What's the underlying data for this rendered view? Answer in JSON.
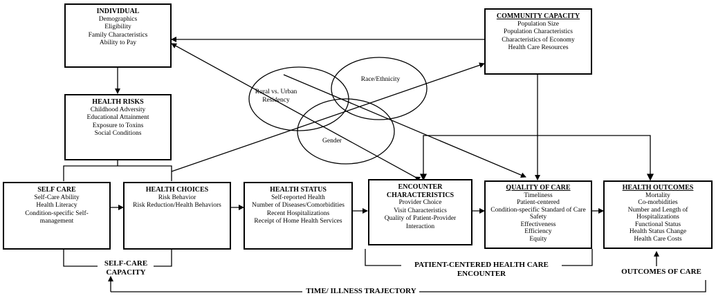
{
  "boxes": {
    "individual": {
      "title": "INDIVIDUAL",
      "items": [
        "Demographics",
        "Eligibility",
        "Family Characteristics",
        "Ability to Pay"
      ]
    },
    "health_risks": {
      "title": "HEALTH RISKS",
      "items": [
        "Childhood Adversity",
        "Educational Attainment",
        "Exposure to Toxins",
        "Social Conditions"
      ]
    },
    "community_capacity": {
      "title": "COMMUNITY CAPACITY",
      "items": [
        "Population Size",
        "Population Characteristics",
        "Characteristics of Economy",
        "Health Care Resources"
      ]
    },
    "self_care": {
      "title": "SELF CARE",
      "items": [
        "Self-Care Ability",
        "Health Literacy",
        "Condition-specific Self-",
        "management"
      ]
    },
    "health_choices": {
      "title": "HEALTH CHOICES",
      "items": [
        "Risk Behavior",
        "Risk Reduction/Health Behaviors"
      ]
    },
    "health_status": {
      "title": "HEALTH STATUS",
      "items": [
        "Self-reported Health",
        "Number of Diseases/Comorbidities",
        "Recent Hospitalizations",
        "Receipt of Home Health Services"
      ]
    },
    "encounter": {
      "title_lines": [
        "ENCOUNTER",
        "CHARACTERISTICS"
      ],
      "items": [
        "Provider Choice",
        "Visit Characteristics",
        "Quality of Patient-Provider",
        "Interaction"
      ]
    },
    "quality": {
      "title": "QUALITY OF CARE",
      "items": [
        "Timeliness",
        "Patient-centered",
        "Condition-specific Standard of Care",
        "Safety",
        "Effectiveness",
        "Efficiency",
        "Equity"
      ]
    },
    "outcomes": {
      "title": "HEALTH OUTCOMES",
      "items": [
        "Mortality",
        "Co-morbidities",
        "Number and Length of",
        "Hospitalizations",
        "Functional Status",
        "Health Status Change",
        "Health Care Costs"
      ]
    }
  },
  "venn": {
    "rural": [
      "Rural vs. Urban",
      "Residency"
    ],
    "race": "Race/Ethnicity",
    "gender": "Gender"
  },
  "labels": {
    "self_care_capacity": [
      "SELF-CARE",
      "CAPACITY"
    ],
    "encounter_label": [
      "PATIENT-CENTERED HEALTH CARE",
      "ENCOUNTER"
    ],
    "outcomes_of_care": "OUTCOMES OF CARE",
    "trajectory": "TIME/ ILLNESS TRAJECTORY"
  }
}
